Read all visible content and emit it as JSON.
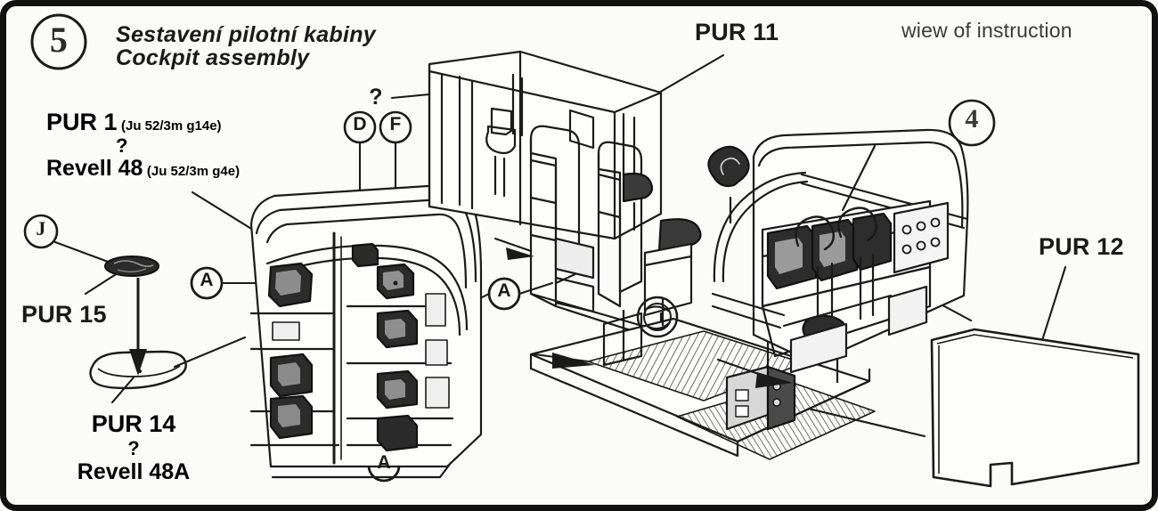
{
  "sheet": {
    "step_number": "5",
    "title_cs": "Sestavení pilotní kabiny",
    "title_en": "Cockpit assembly",
    "view_note": "wiew of instruction",
    "ink_color": "#1a1a1a",
    "paper_color": "#fbfbf9"
  },
  "parts": {
    "pur11": "PUR 11",
    "pur12": "PUR 12",
    "pur14": "PUR 14",
    "pur15": "PUR 15",
    "pur1": "PUR 1",
    "pur1_variant": "(Ju 52/3m g14e)",
    "revell48": "Revell 48",
    "revell48_variant": "(Ju 52/3m g4e)",
    "revell48a": "Revell 48A",
    "alt_marker": "?"
  },
  "markers": {
    "step_circle": "5",
    "subassembly_4": "4",
    "letter_j": "J",
    "letter_d": "D",
    "letter_f": "F",
    "letter_a": "A",
    "d_f_question": "?"
  },
  "callouts": [
    {
      "name": "pur-11-callout",
      "label": "PUR 11"
    },
    {
      "name": "pur-12-callout",
      "label": "PUR 12"
    },
    {
      "name": "pur-14-callout",
      "label": "PUR 14"
    },
    {
      "name": "pur-15-callout",
      "label": "PUR 15"
    },
    {
      "name": "pur-1-callout",
      "label": "PUR 1"
    },
    {
      "name": "revell-48-callout",
      "label": "Revell 48"
    },
    {
      "name": "revell-48a-callout",
      "label": "Revell 48A"
    }
  ]
}
